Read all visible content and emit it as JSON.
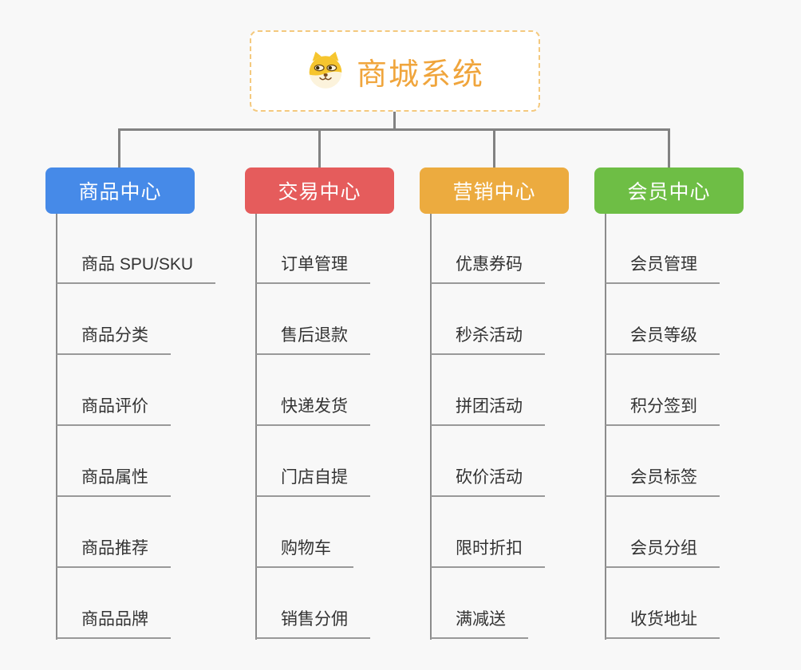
{
  "page": {
    "background_color": "#f8f8f8",
    "connector_color": "#828282",
    "leaf_underline_color": "#999999",
    "leaf_text_color": "#333333"
  },
  "root": {
    "title": "商城系统",
    "icon": "shiba-dog-icon",
    "text_color": "#F0A53C",
    "border_color": "#F4C97E",
    "background": "#ffffff"
  },
  "branches": [
    {
      "label": "商品中心",
      "color": "#468AE8",
      "text_color": "#ffffff",
      "items": [
        "商品 SPU/SKU",
        "商品分类",
        "商品评价",
        "商品属性",
        "商品推荐",
        "商品品牌"
      ]
    },
    {
      "label": "交易中心",
      "color": "#E55C5C",
      "text_color": "#ffffff",
      "items": [
        "订单管理",
        "售后退款",
        "快递发货",
        "门店自提",
        "购物车",
        "销售分佣"
      ]
    },
    {
      "label": "营销中心",
      "color": "#ECAB3F",
      "text_color": "#ffffff",
      "items": [
        "优惠券码",
        "秒杀活动",
        "拼团活动",
        "砍价活动",
        "限时折扣",
        "满减送"
      ]
    },
    {
      "label": "会员中心",
      "color": "#6EBE45",
      "text_color": "#ffffff",
      "items": [
        "会员管理",
        "会员等级",
        "积分签到",
        "会员标签",
        "会员分组",
        "收货地址"
      ]
    }
  ]
}
